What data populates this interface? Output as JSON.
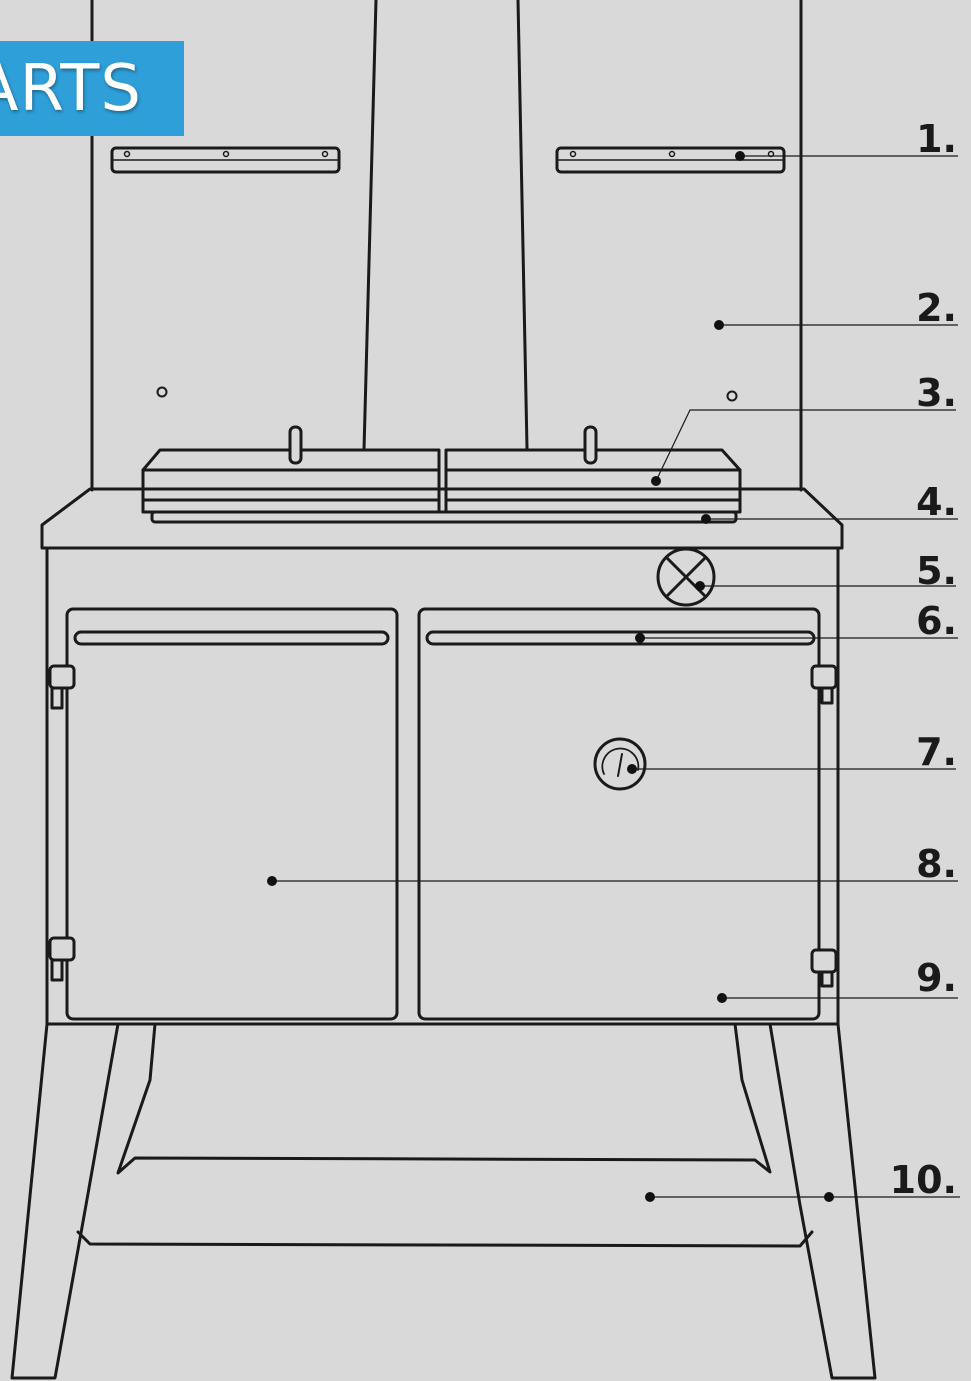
{
  "banner": {
    "text": "ARTS",
    "color": "#2f9fd9"
  },
  "callouts": [
    {
      "label": "1.",
      "part": "warming-rail"
    },
    {
      "label": "2.",
      "part": "splashback"
    },
    {
      "label": "3.",
      "part": "hotplate-lid"
    },
    {
      "label": "4.",
      "part": "hotplate"
    },
    {
      "label": "5.",
      "part": "flue-damper"
    },
    {
      "label": "6.",
      "part": "door-handle"
    },
    {
      "label": "7.",
      "part": "oven-thermometer"
    },
    {
      "label": "8.",
      "part": "firebox-door"
    },
    {
      "label": "9.",
      "part": "oven-door"
    },
    {
      "label": "10.",
      "part": "stand-legs"
    }
  ],
  "colors": {
    "background": "#d9d9d9",
    "line": "#1a1a1a"
  }
}
